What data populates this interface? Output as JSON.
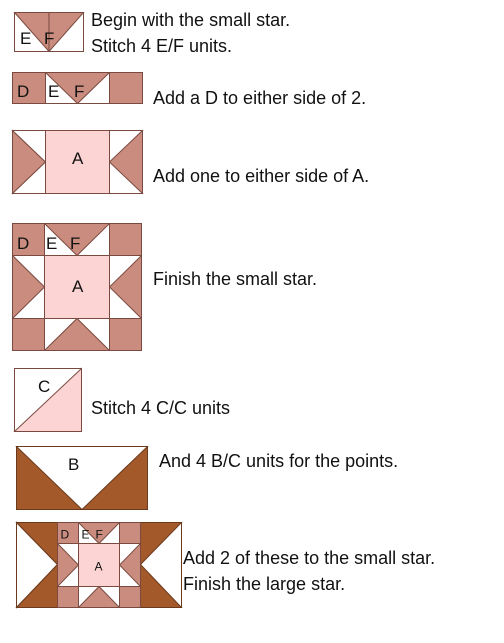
{
  "colors": {
    "rose": "#c98c7e",
    "pink": "#fcd4d4",
    "white": "#ffffff",
    "brown": "#a4592a",
    "stroke": "#7a4a40"
  },
  "steps": [
    {
      "id": "ef-unit",
      "labels": {
        "e": "E",
        "f": "F"
      },
      "lines": [
        "Begin with the small star.",
        "Stitch 4 E/F units."
      ]
    },
    {
      "id": "def-row",
      "labels": {
        "d": "D",
        "e": "E",
        "f": "F"
      },
      "lines": [
        "Add a D to either side of 2."
      ]
    },
    {
      "id": "side-a",
      "labels": {
        "a": "A"
      },
      "lines": [
        "Add one to either side of A."
      ]
    },
    {
      "id": "small-star",
      "labels": {
        "d": "D",
        "e": "E",
        "f": "F",
        "a": "A"
      },
      "lines": [
        "Finish the small star."
      ]
    },
    {
      "id": "cc-unit",
      "labels": {
        "c": "C"
      },
      "lines": [
        "Stitch 4 C/C units"
      ]
    },
    {
      "id": "bc-unit",
      "labels": {
        "b": "B"
      },
      "lines": [
        "And 4 B/C units for the points."
      ]
    },
    {
      "id": "large-star",
      "labels": {
        "d": "D",
        "e": "E",
        "f": "F",
        "a": "A"
      },
      "lines": [
        "Add 2 of these to the small star.",
        "Finish the large star."
      ]
    }
  ]
}
